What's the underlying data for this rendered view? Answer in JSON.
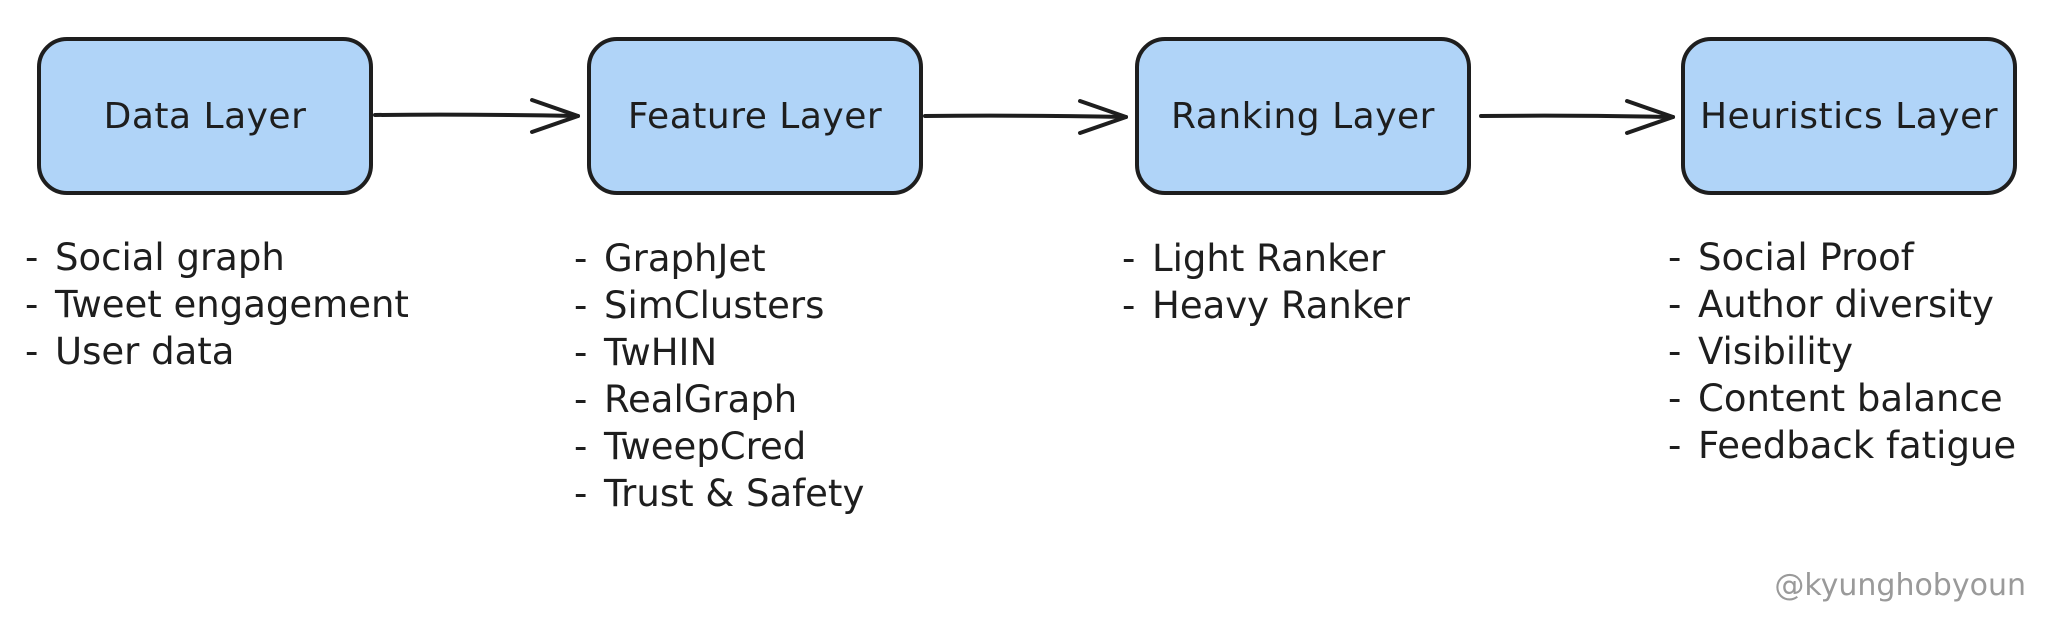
{
  "layers": [
    {
      "title": "Data Layer",
      "items": [
        "Social graph",
        "Tweet engagement",
        "User data"
      ]
    },
    {
      "title": "Feature Layer",
      "items": [
        "GraphJet",
        "SimClusters",
        "TwHIN",
        "RealGraph",
        "TweepCred",
        "Trust & Safety"
      ]
    },
    {
      "title": "Ranking Layer",
      "items": [
        "Light Ranker",
        "Heavy Ranker"
      ]
    },
    {
      "title": "Heuristics Layer",
      "items": [
        "Social Proof",
        "Author diversity",
        "Visibility",
        "Content balance",
        "Feedback fatigue"
      ]
    }
  ],
  "bullet": "-",
  "watermark": "@kyunghobyoun",
  "colors": {
    "box_fill": "#b0d4f8",
    "stroke": "#1e1e1e",
    "text": "#1e1e1e",
    "watermark": "#9a9a9a"
  }
}
